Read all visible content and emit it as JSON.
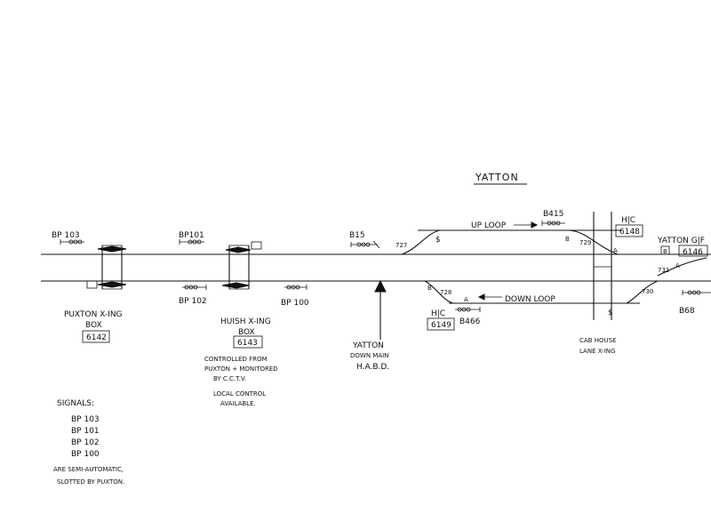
{
  "title": "YATTON",
  "loops": {
    "up": "UP LOOP",
    "down": "DOWN LOOP"
  },
  "signals": {
    "bp103": "BP 103",
    "bp101": "BP101",
    "bp102": "BP 102",
    "bp100": "BP 100",
    "b15": "B15",
    "b415": "B415",
    "b466": "B466",
    "b68": "B68",
    "yatton_gf": "YATTON G|F",
    "b_marker": "B"
  },
  "boxes": {
    "puxton": {
      "name": "PUXTON X-ING",
      "type": "BOX",
      "number": "6142"
    },
    "huish": {
      "name": "HUISH X-ING",
      "type": "BOX",
      "number": "6143"
    }
  },
  "huish_note": [
    "CONTROLLED FROM",
    "PUXTON + MONITORED",
    "BY C.C.T.V.",
    "LOCAL CONTROL",
    "AVAILABLE."
  ],
  "hc_labels": {
    "up": {
      "text": "H|C",
      "number": "6148"
    },
    "down": {
      "text": "H|C",
      "number": "6149"
    },
    "gf_number": "6146"
  },
  "habd": [
    "YATTON",
    "DOWN MAIN",
    "H.A.B.D."
  ],
  "crossing": [
    "CAB HOUSE",
    "LANE X-ING"
  ],
  "points": {
    "p727": "727",
    "p728": "728",
    "p729": "729",
    "p730": "730",
    "p731": "731",
    "a": "A",
    "b": "B"
  },
  "notes": {
    "heading": "SIGNALS:",
    "list": [
      "BP 103",
      "BP 101",
      "BP 102",
      "BP 100"
    ],
    "footer": [
      "ARE SEMI-AUTOMATIC,",
      "SLOTTED BY PUXTON."
    ]
  }
}
